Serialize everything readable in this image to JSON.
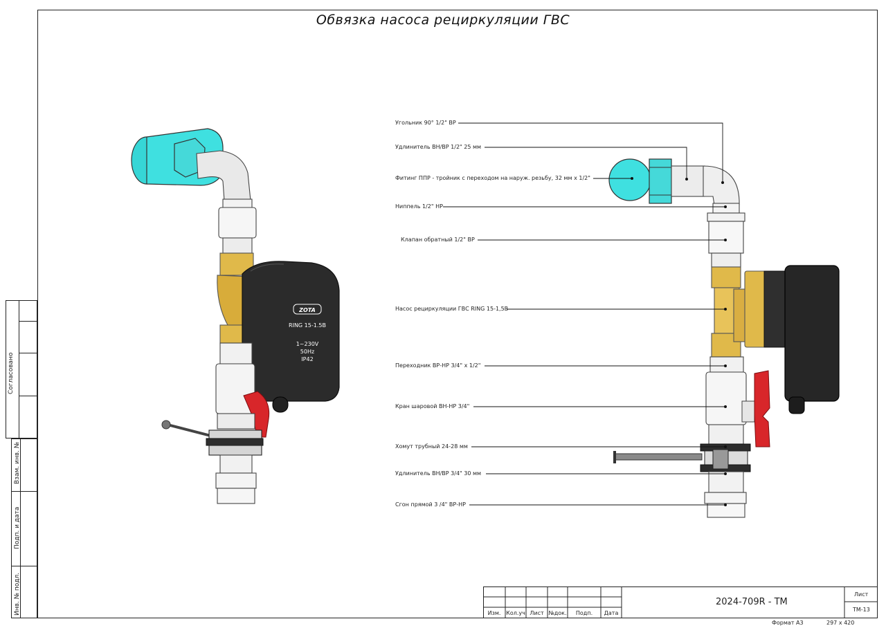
{
  "title": "Обвязка насоса рециркуляции ГВС",
  "pump_label": {
    "brand": "ZOTA",
    "model": "RING 15-1.5B",
    "voltage": "1~230V",
    "freq": "50Hz",
    "ip": "IP42"
  },
  "callouts": [
    "Угольник 90° 1/2\" ВР",
    "Удлинитель ВН/ВР 1/2\" 25 мм",
    "Фитинг ППР - тройник с переходом на наруж. резьбу,   32 мм х 1/2\"",
    "Ниппель 1/2\" НР",
    "Клапан обратный 1/2\" ВР",
    "Насос рециркуляции ГВС RING 15-1,5В",
    "Переходник ВР-НР 3/4\" х 1/2\"",
    "Кран шаровой ВН-НР 3/4\"",
    "Хомут трубный 24-28 мм",
    "Удлинитель ВН/ВР 3/4\" 30 мм",
    "Сгон прямой 3 /4\" ВР-НР"
  ],
  "side_stamps": {
    "agreed": "Согласовано",
    "inv_replace": "Взам. инв. №",
    "sign_date": "Подп. и дата",
    "inv_orig": "Инв. № подл."
  },
  "title_block": {
    "cols": [
      "Изм.",
      "Кол.уч",
      "Лист",
      "№док.",
      "Подп.",
      "Дата"
    ],
    "doc_code": "2024-709R - ТМ",
    "sheet_label": "Лист",
    "sheet_value": "ТМ-13",
    "format_label": "Формат А3",
    "format_size": "297 х 420"
  }
}
